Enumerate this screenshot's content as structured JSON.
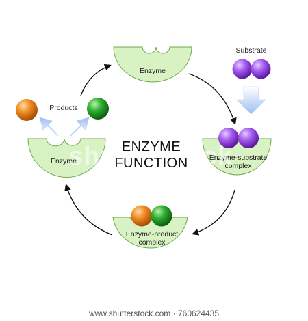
{
  "diagram": {
    "title_line1": "ENZYME",
    "title_line2": "FUNCTION",
    "labels": {
      "enzyme_top": "Enzyme",
      "substrate": "Substrate",
      "enzyme_substrate_1": "Enzyme-substrate",
      "enzyme_substrate_2": "complex",
      "enzyme_product_1": "Enzyme-product",
      "enzyme_product_2": "complex",
      "enzyme_left": "Enzyme",
      "products": "Products"
    },
    "colors": {
      "enzyme_fill": "#d8f2c4",
      "enzyme_stroke": "#6aa84f",
      "substrate": "#9b4ddf",
      "product_orange": "#e57a12",
      "product_green": "#2a9d2e",
      "arrow_blue": "#b9d3f5"
    }
  },
  "watermark": "shutterstock",
  "footer": "www.shutterstock.com · 760624435"
}
